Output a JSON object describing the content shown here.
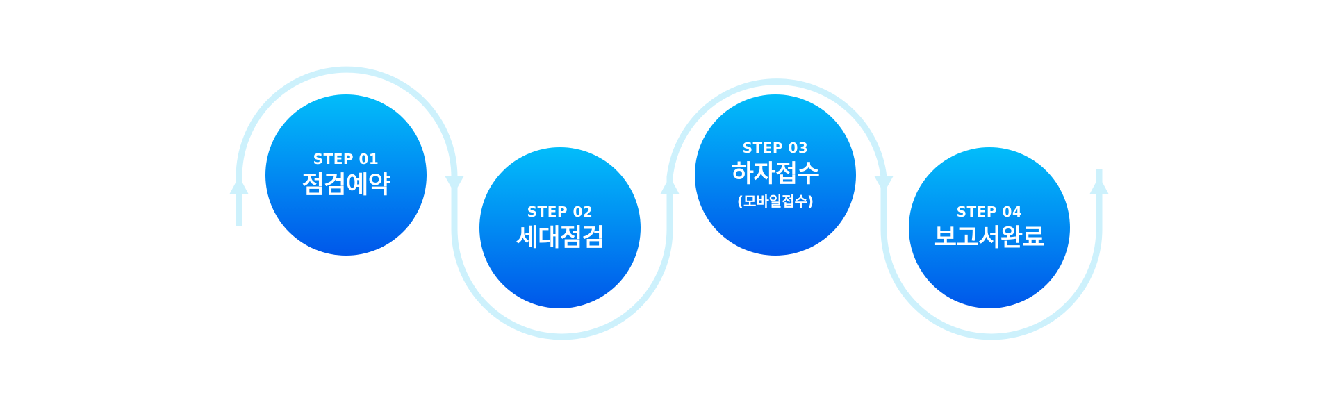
{
  "colors": {
    "track": "#cdf1fc",
    "circle_top": "#02bdfa",
    "circle_bottom": "#0057ea",
    "text": "#ffffff"
  },
  "steps": [
    {
      "label": "STEP 01",
      "title": "점검예약",
      "sub": ""
    },
    {
      "label": "STEP 02",
      "title": "세대점검",
      "sub": ""
    },
    {
      "label": "STEP 03",
      "title": "하자접수",
      "sub": "(모바일접수)"
    },
    {
      "label": "STEP 04",
      "title": "보고서완료",
      "sub": ""
    }
  ]
}
